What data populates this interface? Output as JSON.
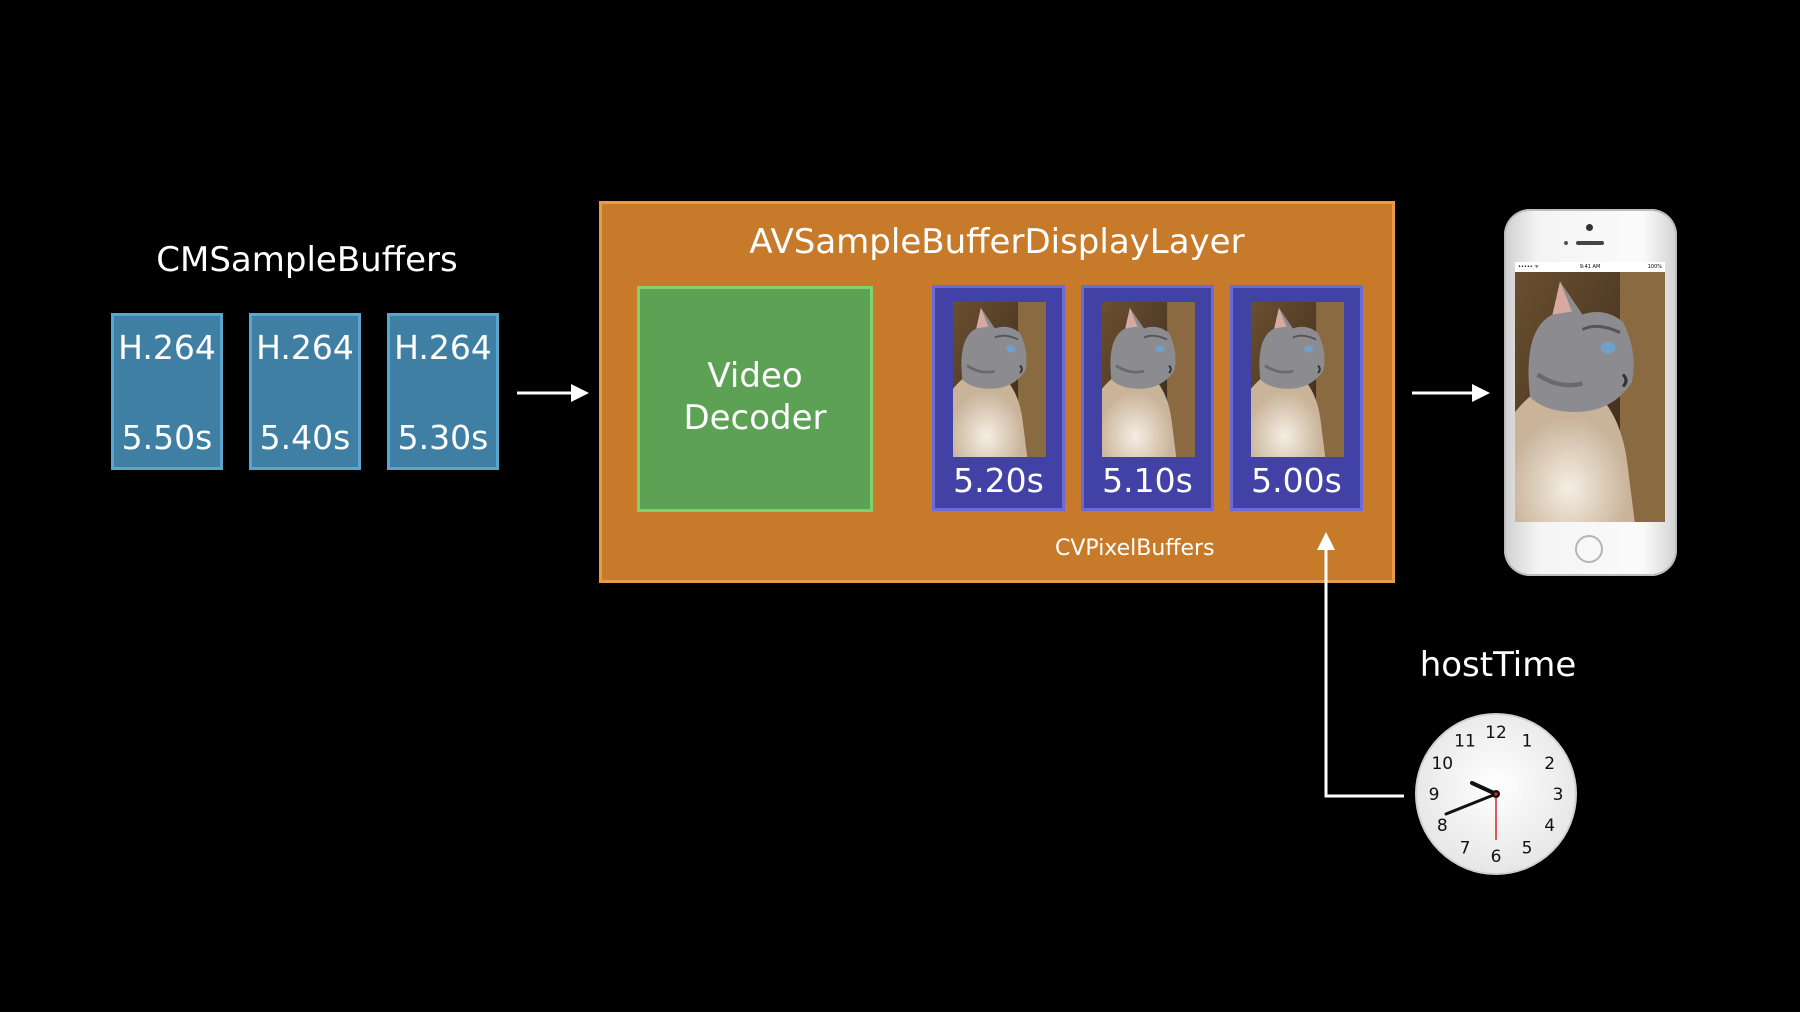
{
  "cm_samplebuffers": {
    "title": "CMSampleBuffers",
    "buffers": [
      {
        "codec": "H.264",
        "time": "5.50s"
      },
      {
        "codec": "H.264",
        "time": "5.40s"
      },
      {
        "codec": "H.264",
        "time": "5.30s"
      }
    ]
  },
  "display_layer": {
    "title": "AVSampleBufferDisplayLayer",
    "decoder_label": "Video Decoder",
    "pixel_buffers": [
      {
        "time": "5.20s"
      },
      {
        "time": "5.10s"
      },
      {
        "time": "5.00s"
      }
    ],
    "pixel_buffers_caption": "CVPixelBuffers"
  },
  "phone": {
    "status_left": "••••• ᯤ",
    "status_center": "9:41 AM",
    "status_right": "100%"
  },
  "host_time": {
    "title": "hostTime",
    "clock_numbers": [
      "12",
      "1",
      "2",
      "3",
      "4",
      "5",
      "6",
      "7",
      "8",
      "9",
      "10",
      "11"
    ]
  },
  "colors": {
    "sample_fill": "#3f7fa3",
    "layer_fill": "#c67a2a",
    "decoder_fill": "#5ca154",
    "pixel_buffer_fill": "#4241a5"
  }
}
